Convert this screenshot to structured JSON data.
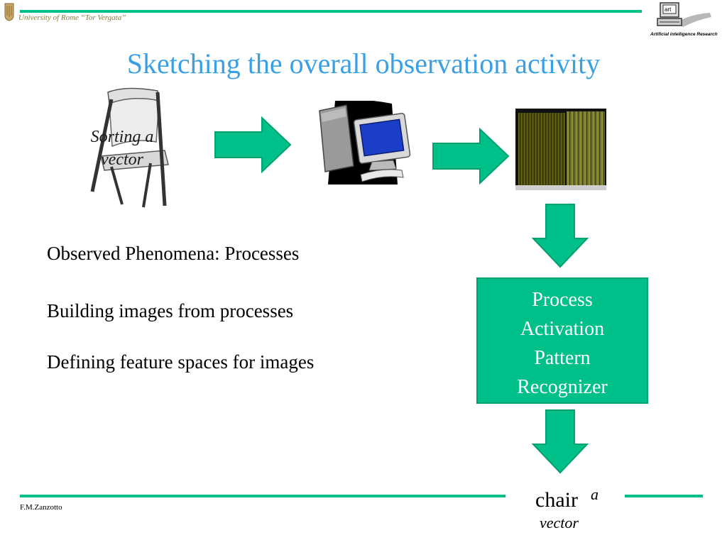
{
  "header": {
    "university": "University of Rome “Tor Vergata”",
    "logo_text": "Artificial intelligence Research",
    "logo_badge": "art"
  },
  "slide": {
    "title": "Sketching the overall observation activity",
    "sorting_label_line1": "Sorting a",
    "sorting_label_line2": "vector",
    "bullets": [
      "Observed Phenomena: Processes",
      "Building images from processes",
      "Defining feature spaces for images"
    ],
    "process_box": [
      "Process",
      "Activation",
      "Pattern",
      "Recognizer"
    ],
    "output_label": "chair",
    "output_a": "a",
    "output_vector": "vector"
  },
  "footer": {
    "author": "F.M.Zanzotto"
  },
  "colors": {
    "accent": "#00c08a",
    "title": "#3aa0e6"
  },
  "icons": [
    "chair-image",
    "computer-icon",
    "activation-heatmap-image",
    "arrow-right-icon",
    "arrow-down-icon",
    "university-shield-icon",
    "art-logo-icon"
  ]
}
